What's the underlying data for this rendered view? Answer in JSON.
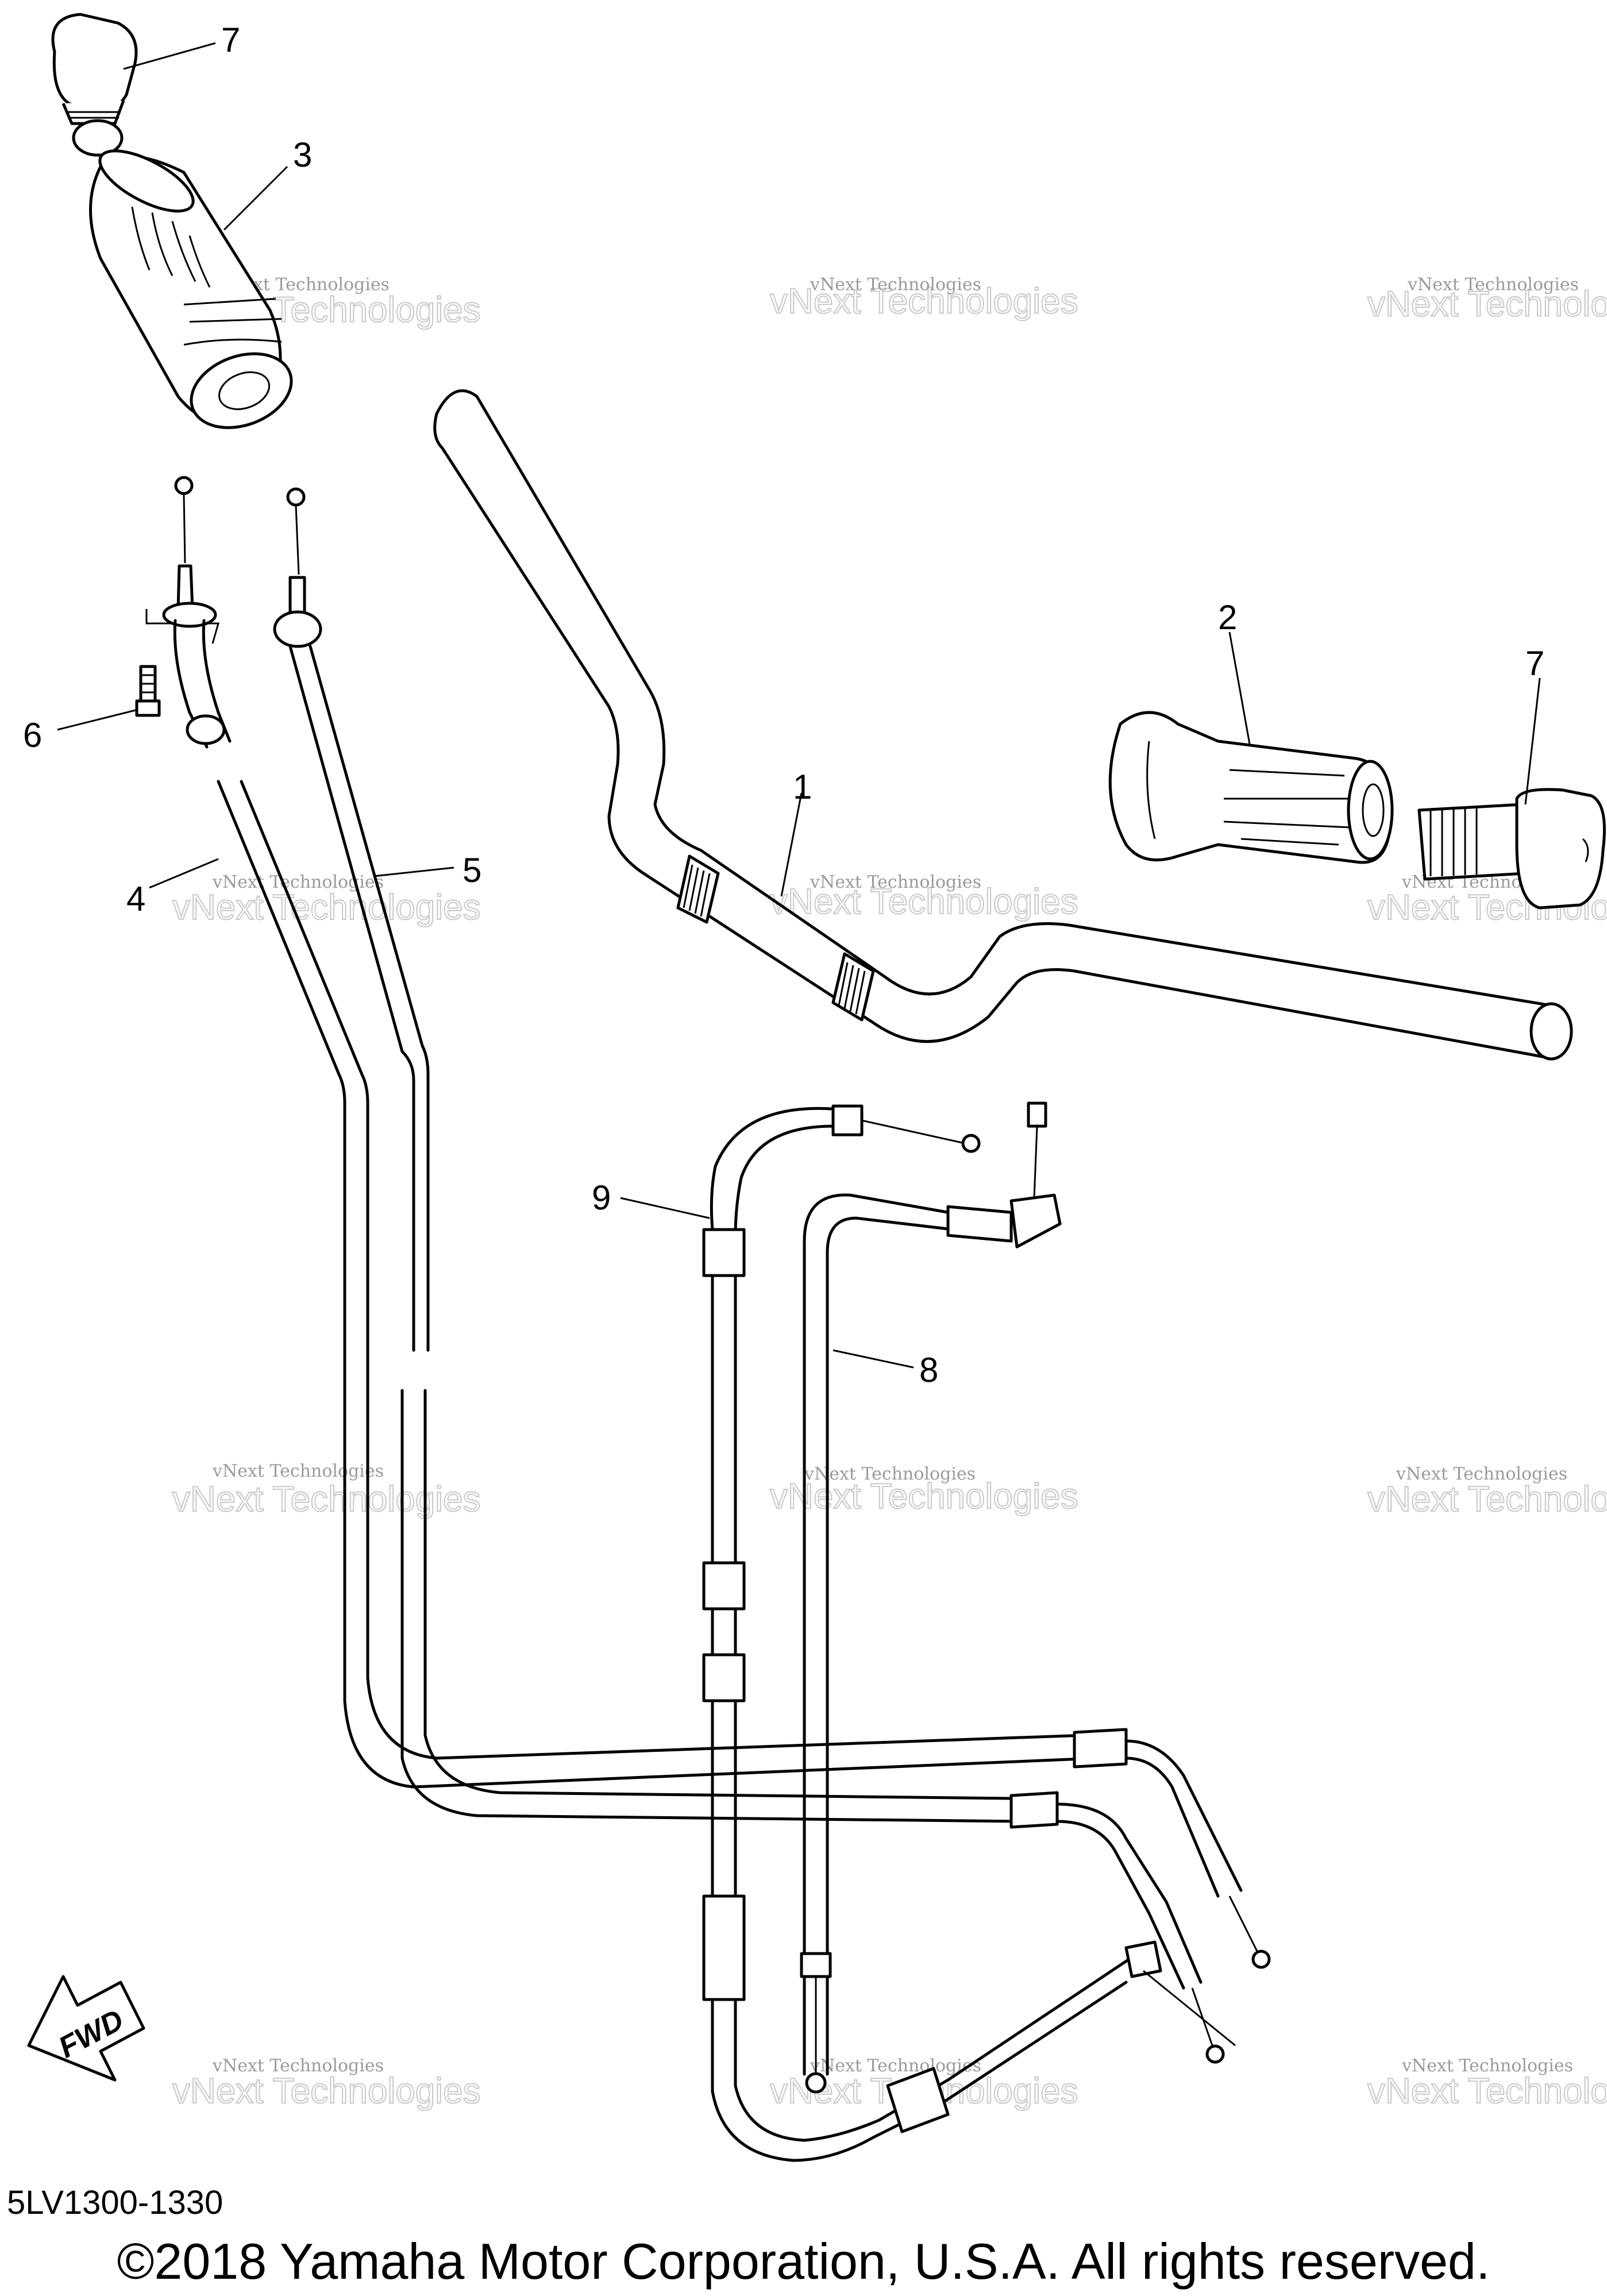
{
  "diagram": {
    "callouts": {
      "c1": "1",
      "c2": "2",
      "c3": "3",
      "c4": "4",
      "c5": "5",
      "c6": "6",
      "c7_left": "7",
      "c7_right": "7",
      "c8": "8",
      "c9": "9"
    },
    "watermark": {
      "small": "vNext Technologies",
      "big": "vNext Technologies"
    },
    "fwd_label": "FWD",
    "reference_code": "5LV1300-1330",
    "copyright": "©2018 Yamaha Motor Corporation, U.S.A. All rights reserved."
  }
}
